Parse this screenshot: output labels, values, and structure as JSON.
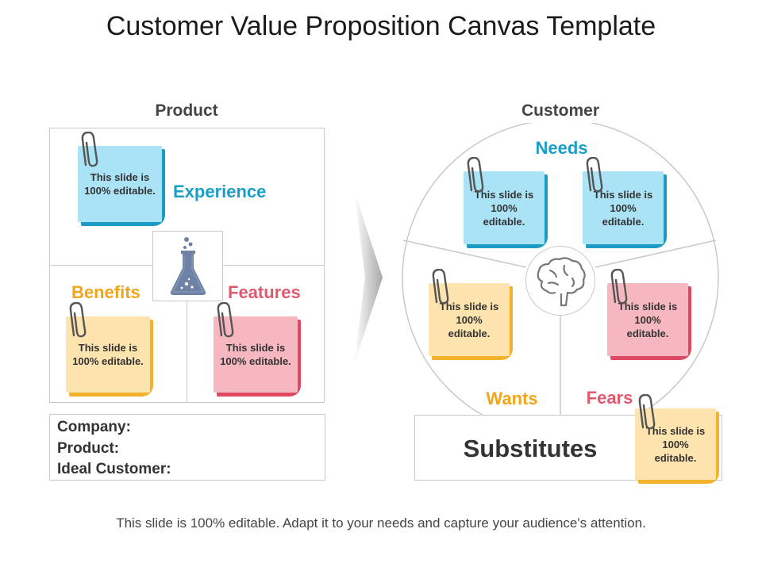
{
  "title": "Customer Value Proposition Canvas Template",
  "product": {
    "heading": "Product",
    "experience_label": "Experience",
    "benefits_label": "Benefits",
    "features_label": "Features",
    "flask_icon": "flask-icon",
    "notes": {
      "experience": "This slide is 100% editable.",
      "benefits": "This slide is 100% editable.",
      "features": "This slide is 100% editable."
    },
    "info": {
      "company": "Company:",
      "product": "Product:",
      "ideal_customer": "Ideal Customer:"
    }
  },
  "customer": {
    "heading": "Customer",
    "needs_label": "Needs",
    "wants_label": "Wants",
    "fears_label": "Fears",
    "brain_icon": "brain-icon",
    "notes": {
      "needs_left": "This slide is 100% editable.",
      "needs_right": "This slide is 100% editable.",
      "wants": "This slide is 100% editable.",
      "fears": "This slide is 100% editable.",
      "substitutes": "This slide is 100% editable."
    },
    "substitutes_label": "Substitutes"
  },
  "colors": {
    "blue": "#1a9ec9",
    "orange": "#f2a51a",
    "red": "#e05a6e",
    "blue_note": "#a9e3f5",
    "blue_shadow": "#1c9cc4",
    "yellow_note": "#fde3ad",
    "yellow_shadow": "#f3b12c",
    "pink_note": "#f6b7c1",
    "pink_shadow": "#de4a62"
  },
  "footer": "This slide is 100% editable. Adapt it to your needs and capture your audience's attention."
}
